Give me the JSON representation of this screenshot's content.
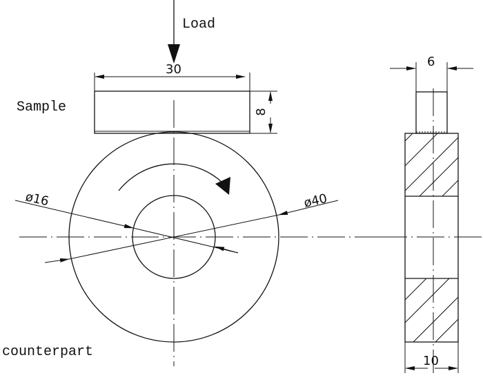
{
  "labels": {
    "load": "Load",
    "sample": "Sample",
    "counterpart": "counterpart"
  },
  "dimensions": {
    "sample_length": "30",
    "sample_height": "8",
    "sample_width": "6",
    "ring_width": "10",
    "inner_diameter": "ø16",
    "outer_diameter": "ø40"
  }
}
